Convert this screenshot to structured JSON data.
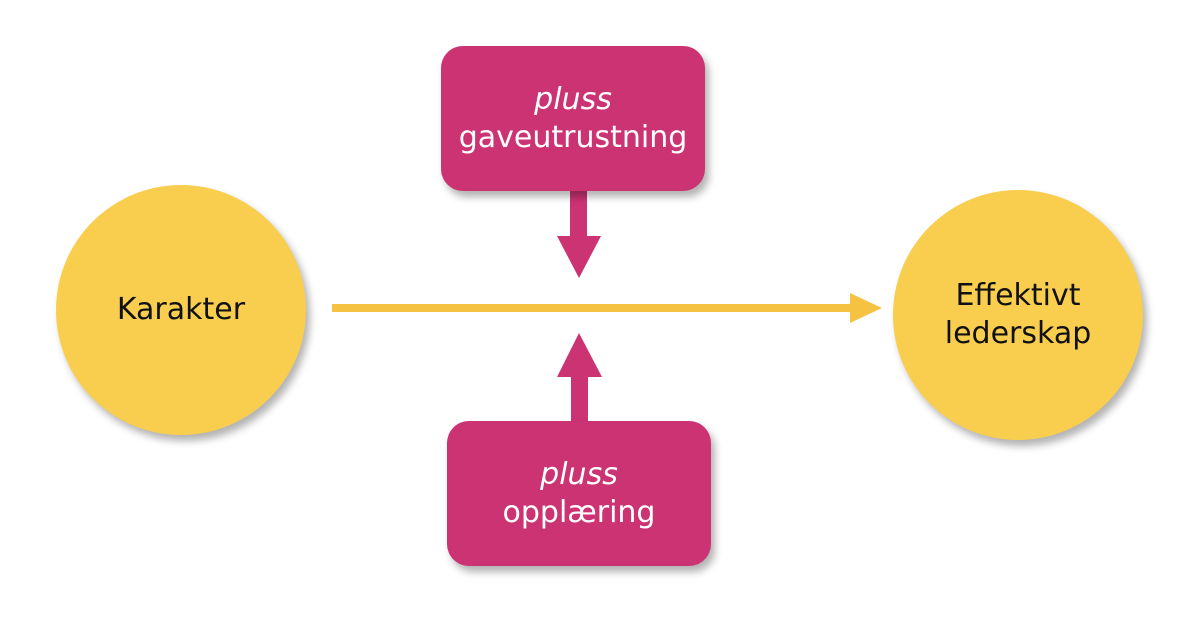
{
  "colors": {
    "circle_fill": "#F9CE4F",
    "box_fill": "#CC3373",
    "main_arrow": "#F5C242",
    "side_arrows": "#CC3373"
  },
  "nodes": {
    "left_circle": {
      "label": "Karakter"
    },
    "right_circle": {
      "line1": "Effektivt",
      "line2": "lederskap"
    },
    "top_box": {
      "line1": "pluss",
      "line2": "gaveutrustning"
    },
    "bottom_box": {
      "line1": "pluss",
      "line2": "opplæring"
    }
  }
}
